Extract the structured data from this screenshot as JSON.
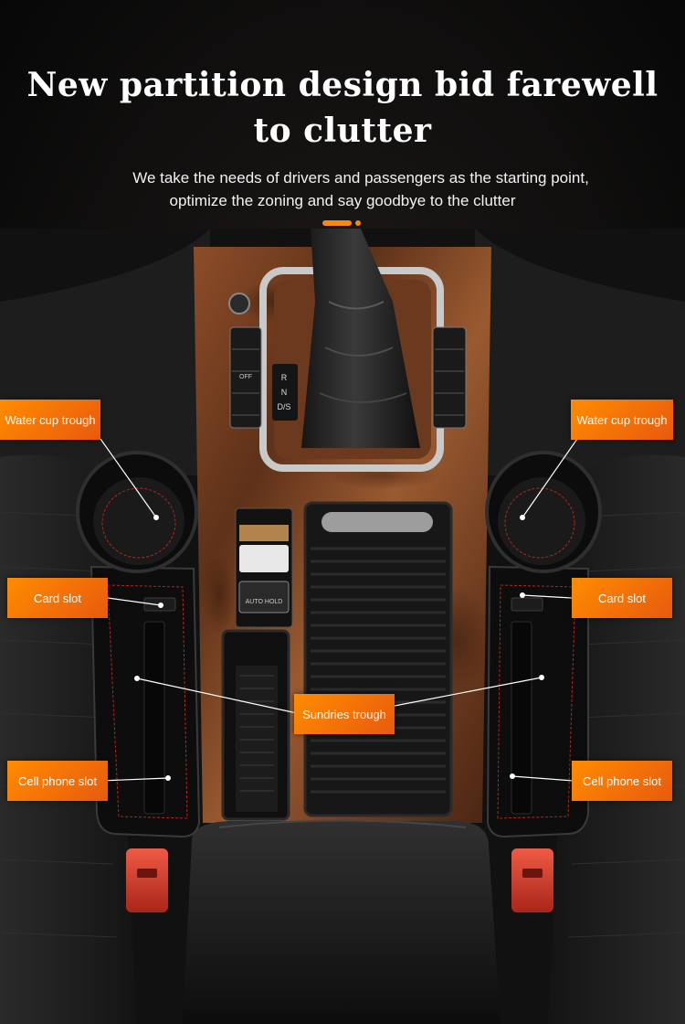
{
  "hero": {
    "title_line1": "New partition design bid farewell",
    "title_line2": "to clutter",
    "subtitle_line1": "We take the needs of drivers and passengers as the starting point,",
    "subtitle_line2": "optimize the zoning and say goodbye to the clutter"
  },
  "callouts": {
    "water_cup_left": "Water cup trough",
    "water_cup_right": "Water cup trough",
    "card_slot_left": "Card slot",
    "card_slot_right": "Card slot",
    "sundries": "Sundries trough",
    "cell_phone_left": "Cell phone slot",
    "cell_phone_right": "Cell phone slot"
  },
  "console_labels": {
    "gear_r": "R",
    "gear_n": "N",
    "gear_ds": "D/S",
    "off_button": "OFF",
    "auto_hold": "AUTO HOLD"
  },
  "colors": {
    "accent_orange": "#f58a0b",
    "callout_gradient_start": "#ff8c00",
    "callout_gradient_end": "#e85a0e",
    "wood_grain": "#7a4222",
    "leather": "#1c1c1c",
    "stitching": "#b3261e",
    "seatbelt_buckle": "#e23b2c"
  }
}
